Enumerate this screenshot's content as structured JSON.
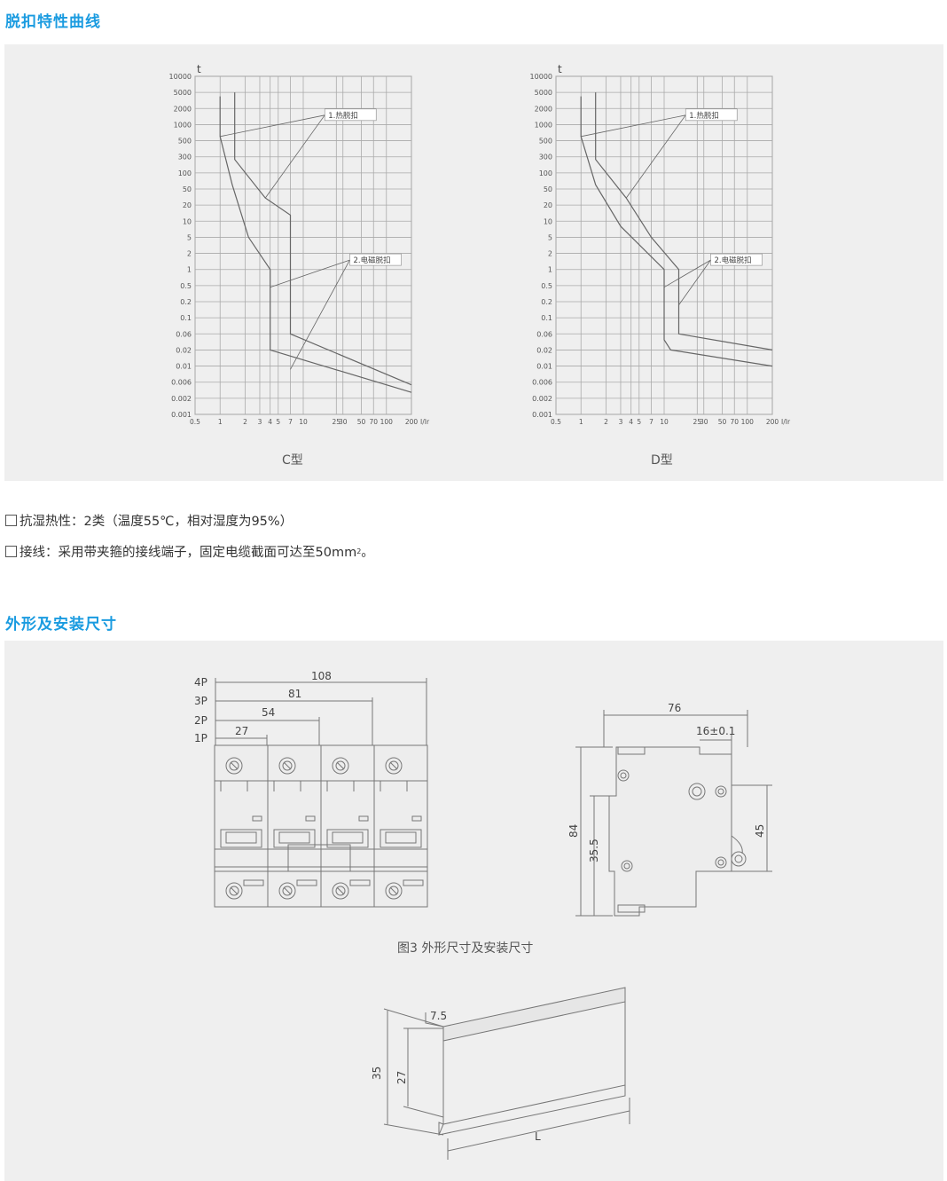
{
  "section1": {
    "title": "脱扣特性曲线"
  },
  "y_ticks": [
    "10000",
    "5000",
    "2000",
    "1000",
    "500",
    "300",
    "100",
    "50",
    "20",
    "10",
    "5",
    "2",
    "1",
    "0.5",
    "0.2",
    "0.1",
    "0.06",
    "0.02",
    "0.01",
    "0.006",
    "0.002",
    "0.001"
  ],
  "chart_data": [
    {
      "type": "line",
      "title": "C型",
      "ylabel": "t",
      "x_ticks": [
        "0.5",
        "1",
        "2",
        "3",
        "4",
        "5",
        "7",
        "10",
        "25",
        "30",
        "50",
        "70",
        "100",
        "200"
      ],
      "x_unit": "I/Ir",
      "annotations": [
        "1.热脱扣",
        "2.电磁脱扣"
      ],
      "series": [
        {
          "points": [
            [
              1,
              4000
            ],
            [
              1,
              600
            ],
            [
              1.4,
              60
            ],
            [
              2.2,
              5
            ],
            [
              4,
              1
            ],
            [
              4,
              0.02
            ],
            [
              200,
              0.003
            ]
          ]
        },
        {
          "points": [
            [
              1.5,
              5000
            ],
            [
              1.5,
              250
            ],
            [
              3.5,
              30
            ],
            [
              7,
              13
            ],
            [
              7,
              0.06
            ],
            [
              200,
              0.005
            ]
          ]
        }
      ]
    },
    {
      "type": "line",
      "title": "D型",
      "ylabel": "t",
      "x_ticks": [
        "0.5",
        "1",
        "2",
        "3",
        "4",
        "5",
        "7",
        "10",
        "25",
        "30",
        "50",
        "70",
        "100",
        "200"
      ],
      "x_unit": "I/Ir",
      "annotations": [
        "1.热脱扣",
        "2.电磁脱扣"
      ],
      "series": [
        {
          "points": [
            [
              1,
              4000
            ],
            [
              1,
              600
            ],
            [
              1.5,
              60
            ],
            [
              3,
              8
            ],
            [
              10,
              1
            ],
            [
              10,
              0.04
            ],
            [
              12,
              0.02
            ],
            [
              200,
              0.01
            ]
          ]
        },
        {
          "points": [
            [
              1.5,
              5000
            ],
            [
              1.5,
              250
            ],
            [
              3.5,
              30
            ],
            [
              7,
              5
            ],
            [
              15,
              1
            ],
            [
              15,
              0.06
            ],
            [
              200,
              0.02
            ]
          ]
        }
      ]
    }
  ],
  "features": {
    "line1": "抗湿热性：2类（温度55℃，相对湿度为95%）",
    "line2_text": "接线：采用带夹箍的接线端子，固定电缆截面可达至50mm",
    "line2_sup": "2",
    "line2_end": "。"
  },
  "section2": {
    "title": "外形及安装尺寸"
  },
  "front_view": {
    "pole_labels": [
      "4P",
      "3P",
      "2P",
      "1P"
    ],
    "widths": [
      "108",
      "81",
      "54",
      "27"
    ]
  },
  "side_view": {
    "dims": [
      "76",
      "16±0.1",
      "84",
      "35.5",
      "45"
    ]
  },
  "figure_caption": "图3  外形尺寸及安装尺寸",
  "rail": {
    "dims": [
      "7.5",
      "35",
      "27",
      "L"
    ]
  }
}
